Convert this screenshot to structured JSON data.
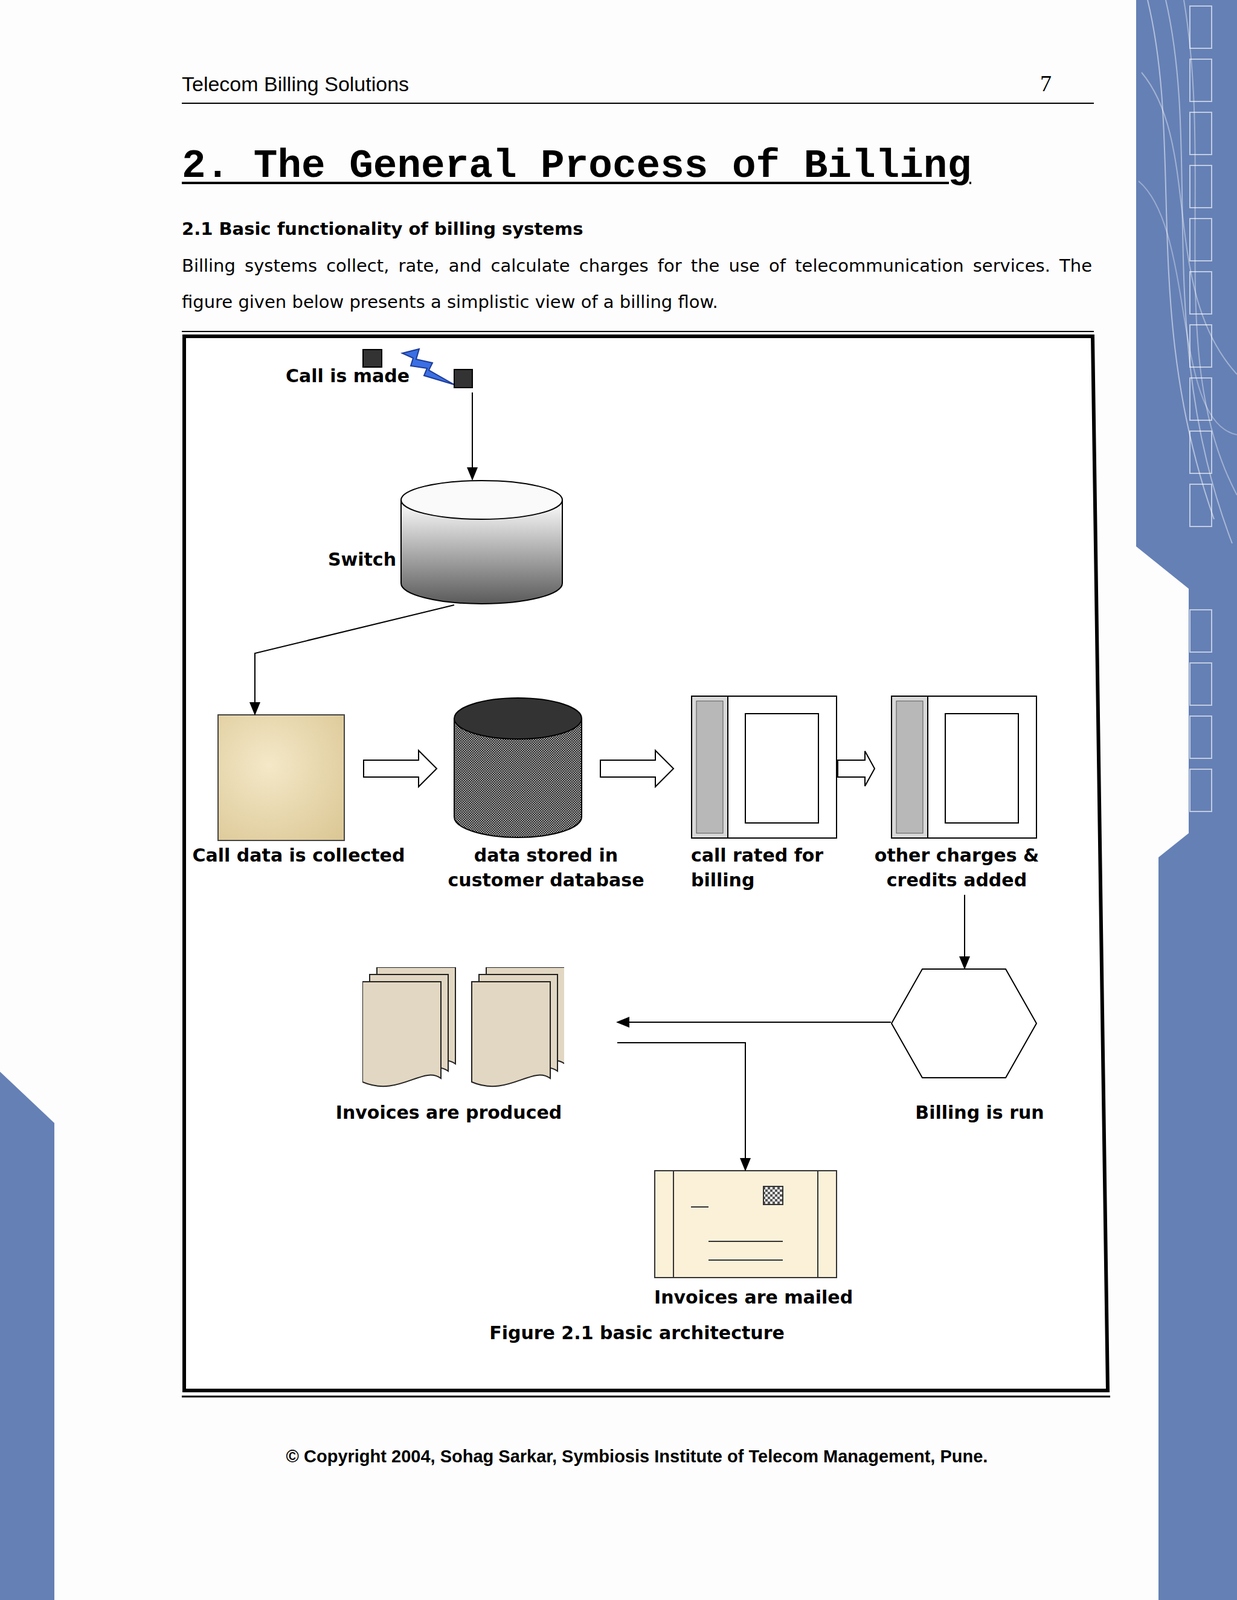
{
  "diagram": {
    "title": "2. The General Process of Billing",
    "caption": "Figure 2.1 basic architecture",
    "nodes": [
      {
        "text": [
          "Call is made"
        ]
      },
      {
        "text": [
          "Switch"
        ]
      },
      {
        "text": [
          "Call data is collected"
        ]
      },
      {
        "text": [
          "data stored in customer database"
        ]
      },
      {
        "text": [
          "call rated for billing"
        ]
      },
      {
        "text": [
          "other charges & credits added"
        ]
      },
      {
        "text": [
          "Billing is run"
        ]
      },
      {
        "text": [
          "Invoices are produced"
        ]
      },
      {
        "text": [
          "Invoices are mailed"
        ]
      }
    ],
    "edges": [
      {
        "from": 0,
        "to": 1,
        "arrow": "to"
      },
      {
        "from": 1,
        "to": 2,
        "arrow": "to"
      },
      {
        "from": 2,
        "to": 3,
        "arrow": "to"
      },
      {
        "from": 3,
        "to": 4,
        "arrow": "to"
      },
      {
        "from": 4,
        "to": 5,
        "arrow": "to"
      },
      {
        "from": 5,
        "to": 6,
        "arrow": "to"
      },
      {
        "from": 6,
        "to": 7,
        "arrow": "to"
      },
      {
        "from": 7,
        "to": 8,
        "arrow": "to"
      }
    ],
    "labels": [
      "Telecom Billing Solutions",
      "7",
      "2.1 Basic functionality of billing systems",
      "Billing systems collect, rate, and calculate charges for the use of telecommunication services. The figure given below presents a simplistic view of a billing flow.",
      "© Copyright 2004, Sohag Sarkar, Symbiosis Institute of Telecom Management, Pune."
    ]
  }
}
